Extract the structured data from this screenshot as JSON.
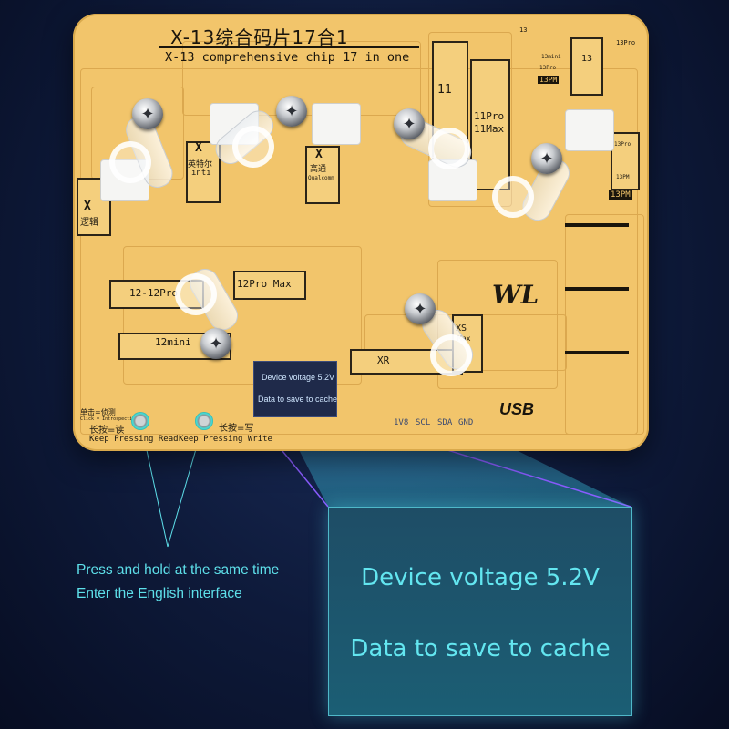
{
  "board": {
    "title_cn": "X-13综合码片17合1",
    "title_en": "X-13 comprehensive chip 17 in one",
    "labels": {
      "x_logic": "X",
      "x_logic_cn": "逻辑",
      "x_intel": "X",
      "x_intel_cn": "英特尔",
      "x_intel_en": "inti",
      "x_qualcomm": "X",
      "x_qualcomm_cn": "高通",
      "x_qualcomm_en": "Qualcomm",
      "m11": "11",
      "m11pro": "11Pro",
      "m11max": "11Max",
      "m13": "13",
      "m13mini": "13mini",
      "m13pro_a": "13Pro",
      "m13pm_a": "13PM",
      "m13pro_top": "13Pro",
      "m13pro_b": "13Pro",
      "m13pm_b": "13PM",
      "m13pm_c": "13PM",
      "m13_top": "13",
      "m12_12pro": "12-12Pro",
      "m12promax": "12Pro Max",
      "m12mini": "12mini",
      "xr": "XR",
      "xs": "XS",
      "xsmax": "Max"
    },
    "buttons": {
      "read_cn": "单击=侦测",
      "read_cn2": "长按=读",
      "read_en": "Keep Pressing Read",
      "click_en": "Click = Introspection",
      "write_cn": "长按=写",
      "write_en": "Keep Pressing Write"
    },
    "pins": [
      "1V8",
      "SCL",
      "SDA",
      "GND"
    ],
    "usb": "USB",
    "logo": "WL",
    "screen": {
      "line1": "Device voltage 5.2V",
      "line2": "Data to save to cache"
    }
  },
  "zoom": {
    "line1": "Device voltage 5.2V",
    "line2": "Data to save to cache"
  },
  "note": {
    "line1": "Press and hold at the same time",
    "line2": "Enter the English interface"
  }
}
